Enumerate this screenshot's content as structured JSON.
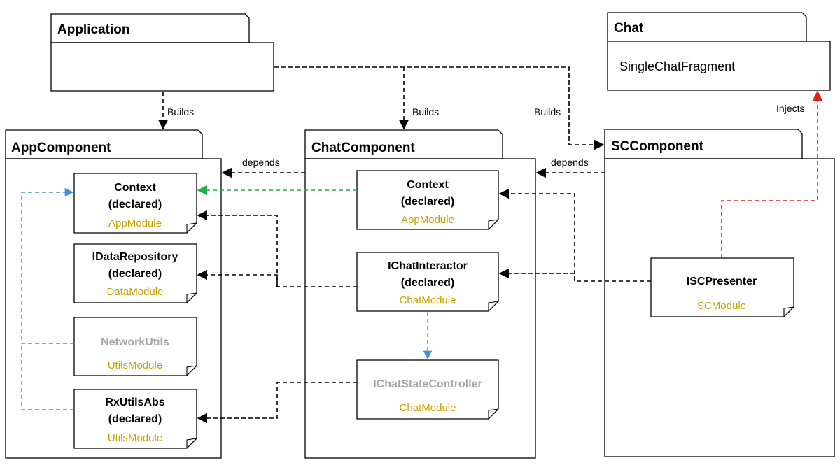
{
  "packages": {
    "application": {
      "title": "Application"
    },
    "chat": {
      "title": "Chat",
      "body": "SingleChatFragment"
    },
    "app_component": {
      "title": "AppComponent"
    },
    "chat_component": {
      "title": "ChatComponent"
    },
    "sc_component": {
      "title": "SCComponent"
    }
  },
  "boxes": {
    "app_context": {
      "line1": "Context",
      "line2": "(declared)",
      "module": "AppModule"
    },
    "idata_repository": {
      "line1": "IDataRepository",
      "line2": "(declared)",
      "module": "DataModule"
    },
    "network_utils": {
      "line1": "NetworkUtils",
      "module": "UtilsModule"
    },
    "rx_utils_abs": {
      "line1": "RxUtilsAbs",
      "line2": "(declared)",
      "module": "UtilsModule"
    },
    "chat_context": {
      "line1": "Context",
      "line2": "(declared)",
      "module": "AppModule"
    },
    "ichat_interactor": {
      "line1": "IChatInteractor",
      "line2": "(declared)",
      "module": "ChatModule"
    },
    "ichat_state_controller": {
      "line1": "IChatStateController",
      "module": "ChatModule"
    },
    "isc_presenter": {
      "line1": "ISCPresenter",
      "module": "SCModule"
    }
  },
  "edges": {
    "builds_app": "Builds",
    "builds_chat": "Builds",
    "builds_sc": "Builds",
    "depends_chat_app": "depends",
    "depends_sc_chat": "depends",
    "injects": "Injects"
  },
  "colors": {
    "line": "#000000",
    "green_edge": "#1db04b",
    "blue_edge": "#4a90c8",
    "red_edge": "#e0201b",
    "module_text": "#c9a000",
    "muted_text": "#a6a6a6"
  }
}
